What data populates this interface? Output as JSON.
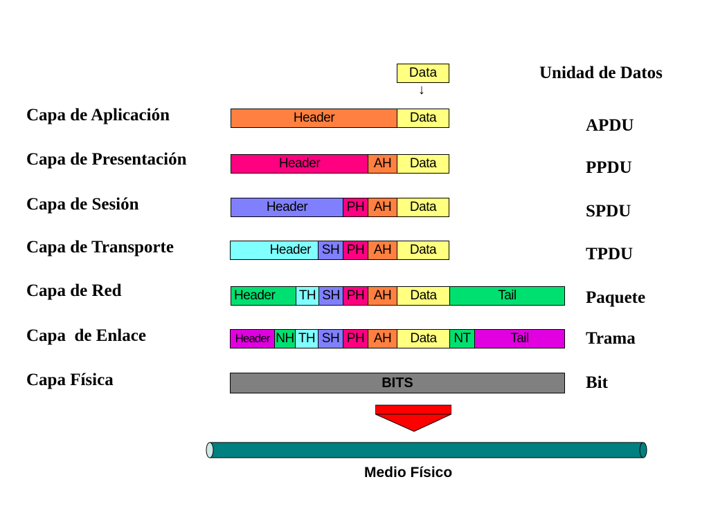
{
  "units_title": "Unidad de Datos",
  "data_top": "Data",
  "arrow_glyph": "↓",
  "layers": [
    {
      "name": "Capa de Aplicación",
      "unit": "APDU"
    },
    {
      "name": "Capa de Presentación",
      "unit": "PPDU"
    },
    {
      "name": "Capa de Sesión",
      "unit": "SPDU"
    },
    {
      "name": "Capa de Transporte",
      "unit": "TPDU"
    },
    {
      "name": "Capa de Red",
      "unit": "Paquete"
    },
    {
      "name": "Capa  de Enlace",
      "unit": "Trama"
    },
    {
      "name": "Capa Física",
      "unit": "Bit"
    }
  ],
  "segments": {
    "header": "Header",
    "ah": "AH",
    "ph": "PH",
    "sh": "SH",
    "th": "TH",
    "nh": "NH",
    "nt": "NT",
    "data": "Data",
    "tail": "Tail",
    "bits": "BITS"
  },
  "medium_label": "Medio Físico",
  "colors": {
    "application_header": "#ff8040",
    "presentation_header": "#ff0080",
    "session_header": "#8080ff",
    "transport_header": "#80ffff",
    "network_header": "#00e070",
    "link_header": "#e000e0",
    "data": "#ffff80",
    "bits": "#808080",
    "medium": "#008080",
    "arrow": "#ff0000"
  }
}
